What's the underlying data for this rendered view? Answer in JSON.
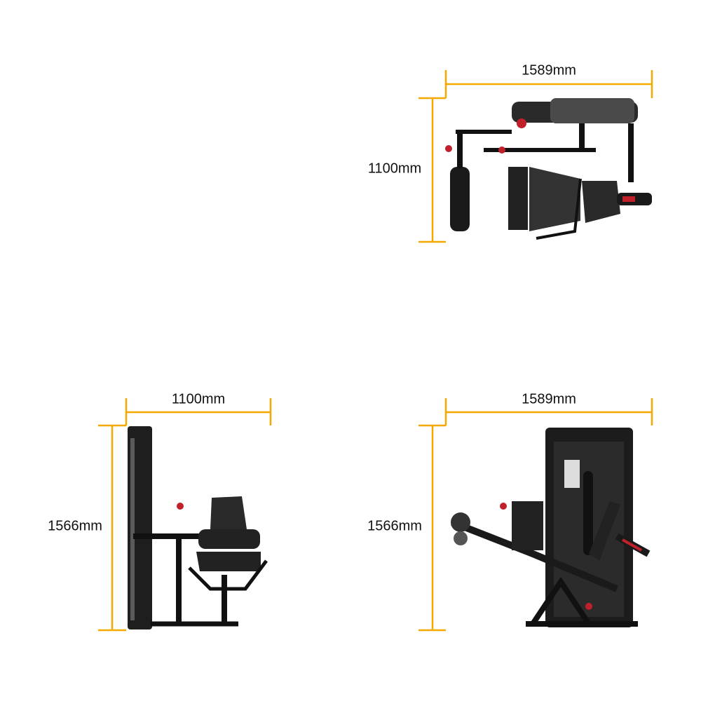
{
  "accent_color": "#f5a800",
  "views": {
    "top": {
      "width_label": "1589mm",
      "depth_label": "1100mm"
    },
    "side": {
      "depth_label": "1100mm",
      "height_label": "1566mm"
    },
    "front": {
      "width_label": "1589mm",
      "height_label": "1566mm"
    }
  }
}
